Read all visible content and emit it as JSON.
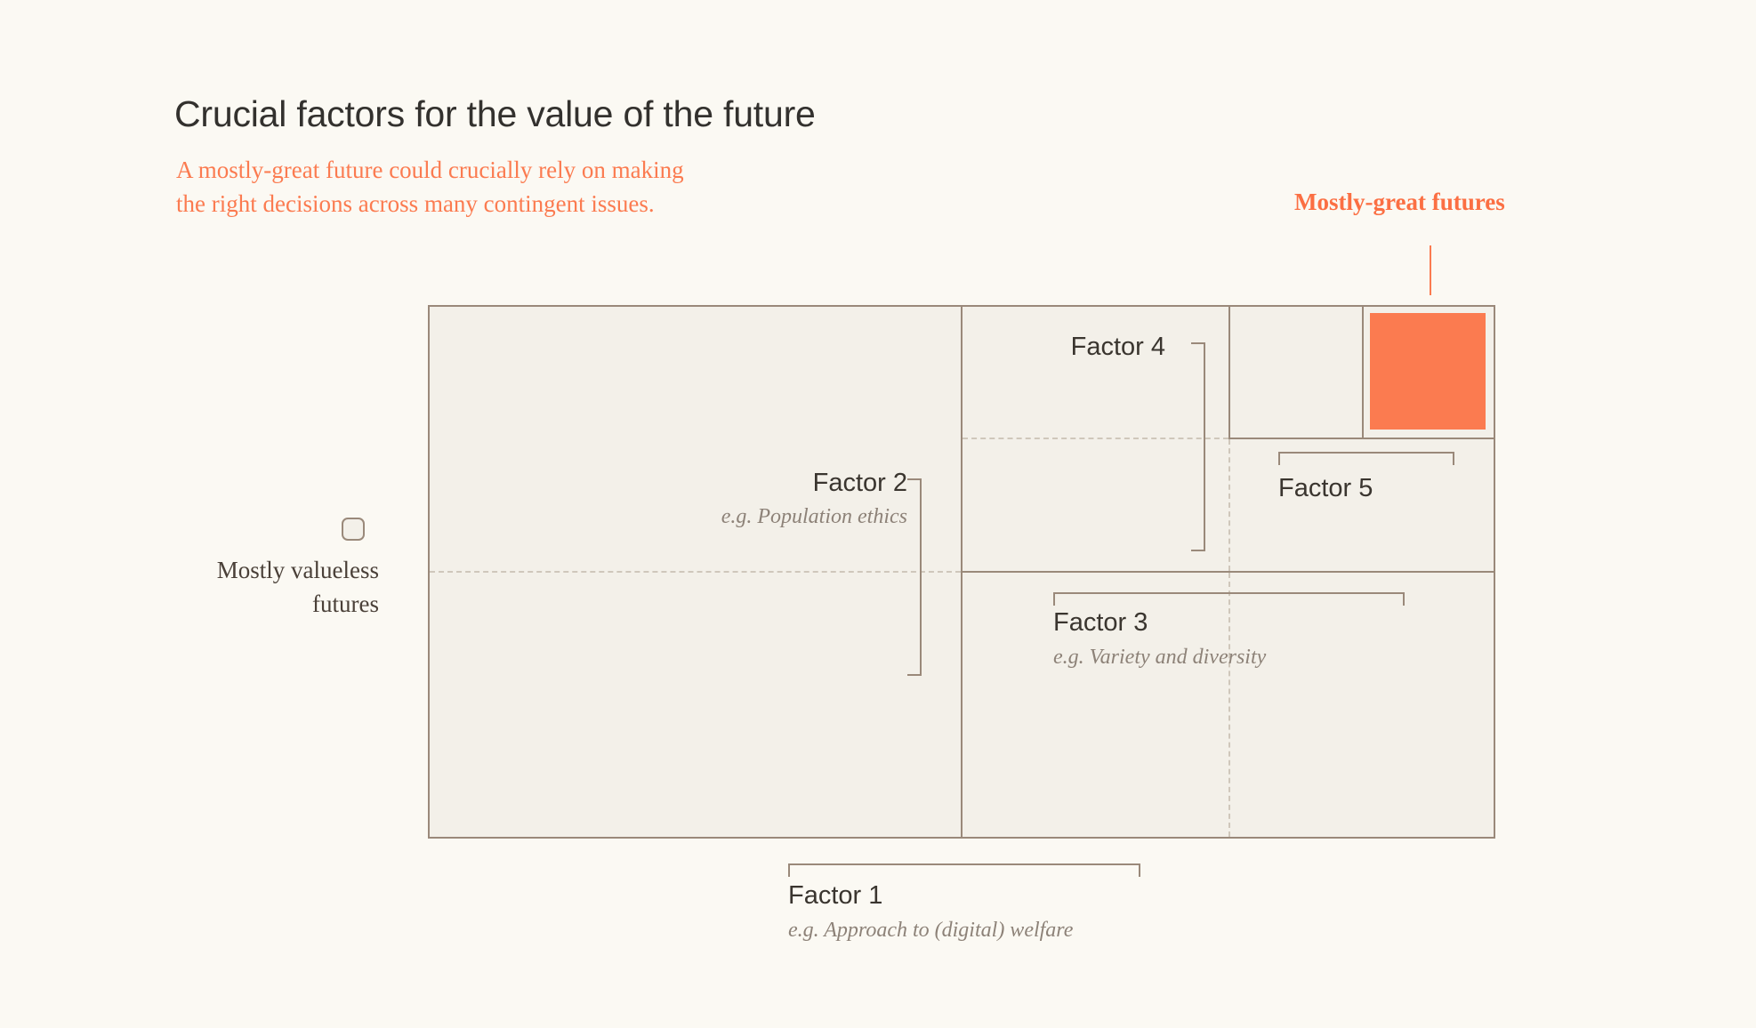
{
  "header": {
    "title": "Crucial factors for the value of the future",
    "subtitle": "A mostly-great future could crucially rely on making\nthe right decisions across many contingent issues."
  },
  "legend": {
    "mostly_great_label": "Mostly-great futures",
    "mostly_valueless_label": "Mostly valueless\nfutures",
    "swatch_name": "mostly-valueless-swatch"
  },
  "colors": {
    "page_background": "#FBF9F3",
    "grid_fill": "#F3F0E9",
    "grid_stroke": "#9A897A",
    "dashed_stroke": "#CFC7BB",
    "accent_orange": "#FB7B50",
    "accent_orange_text": "#FB6F43",
    "title_text": "#33312E",
    "factor_text": "#3A352F",
    "example_text": "#8D8278",
    "legend_text": "#4A4038"
  },
  "diagram": {
    "name": "nested-factor-partition-diagram",
    "factors": [
      {
        "id": "factor-1",
        "name": "Factor 1",
        "example": "e.g. Approach to (digital) welfare",
        "orientation": "horizontal",
        "position": "bottom-outside"
      },
      {
        "id": "factor-2",
        "name": "Factor 2",
        "example": "e.g. Population ethics",
        "orientation": "vertical",
        "position": "left-column"
      },
      {
        "id": "factor-3",
        "name": "Factor 3",
        "example": "e.g. Variety and diversity",
        "orientation": "horizontal",
        "position": "lower-right-band"
      },
      {
        "id": "factor-4",
        "name": "Factor 4",
        "example": "",
        "orientation": "vertical",
        "position": "upper-right-column"
      },
      {
        "id": "factor-5",
        "name": "Factor 5",
        "example": "",
        "orientation": "horizontal",
        "position": "middle-right-band"
      }
    ],
    "highlight_cell": {
      "name": "mostly-great-futures-cell",
      "color": "#FB7B50",
      "description": "Small orange square in the top-right corner representing mostly-great futures"
    }
  }
}
